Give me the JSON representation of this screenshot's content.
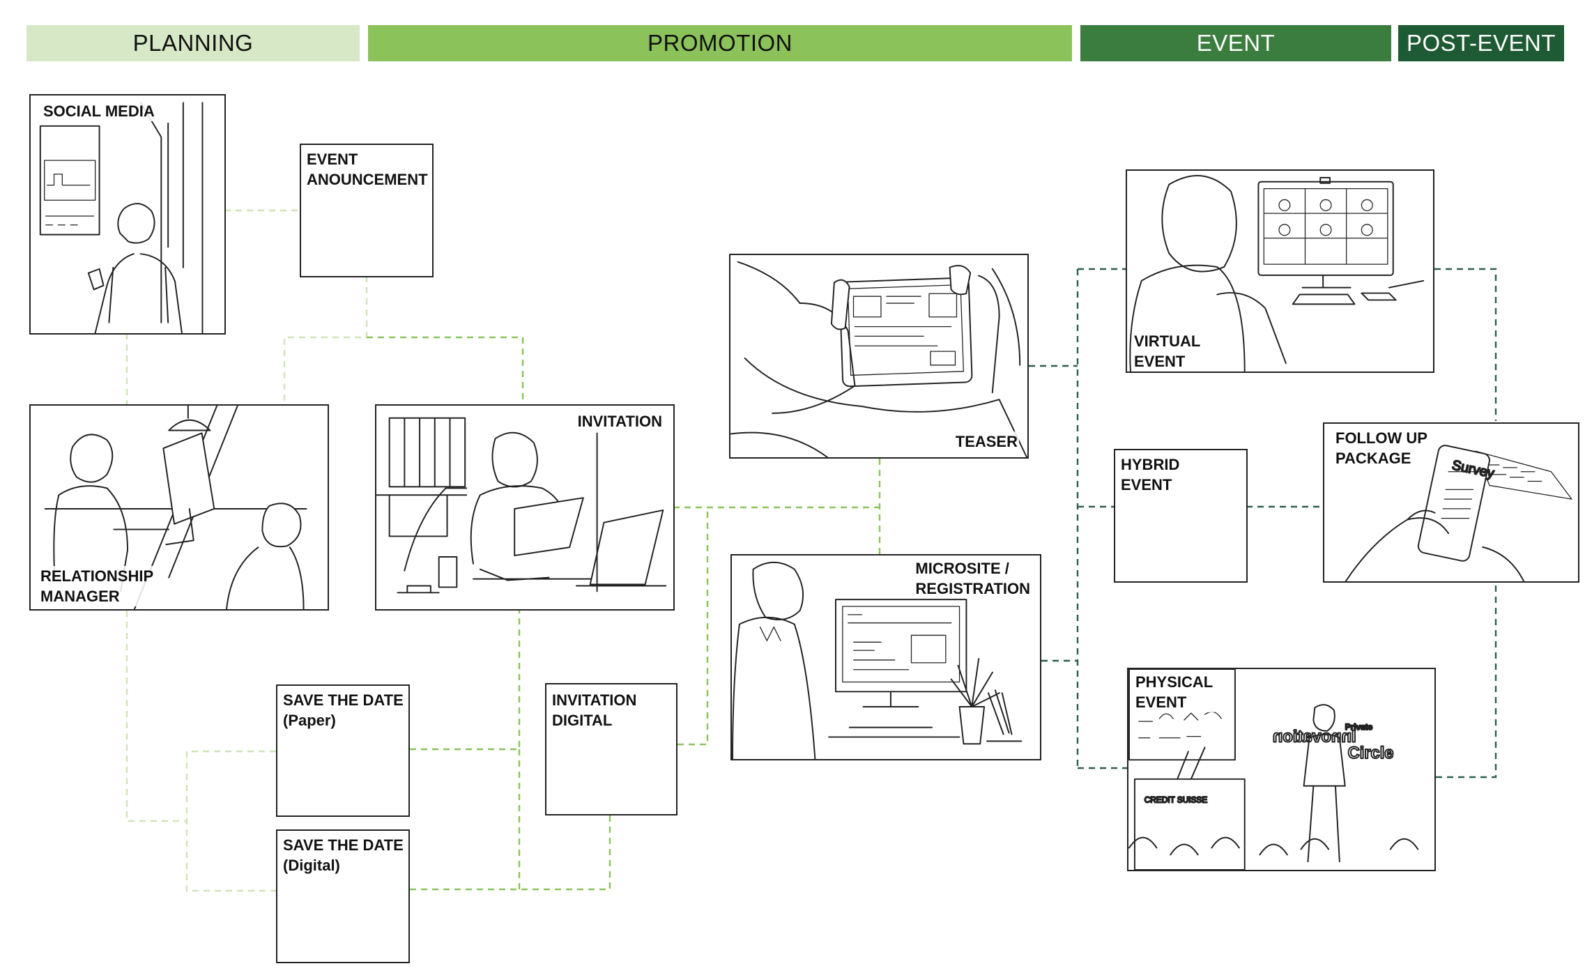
{
  "phases": {
    "planning": "PLANNING",
    "promotion": "PROMOTION",
    "event": "EVENT",
    "post_event": "POST-EVENT"
  },
  "colors": {
    "planning": "#d7e8c6",
    "promotion": "#8bc25a",
    "event": "#3a7d3e",
    "post_event": "#1e5a33",
    "link_light": "#cfe3b8",
    "link_mid": "#8bc25a",
    "link_dark": "#2d5e4a"
  },
  "nodes": {
    "social_media": "SOCIAL MEDIA",
    "event_announcement": "EVENT\nANOUNCEMENT",
    "relationship_manager": "RELATIONSHIP\nMANAGER",
    "invitation": "INVITATION",
    "save_date_paper": "SAVE THE DATE\n(Paper)",
    "save_date_digital": "SAVE THE DATE\n(Digital)",
    "invitation_digital": "INVITATION\nDIGITAL",
    "teaser": "TEASER",
    "microsite": "MICROSITE /\nREGISTRATION",
    "virtual_event": "VIRTUAL\nEVENT",
    "hybrid_event": "HYBRID\nEVENT",
    "physical_event": "PHYSICAL\nEVENT",
    "follow_up": "FOLLOW UP\nPACKAGE"
  },
  "illustration_text": {
    "survey": "Survey",
    "banner_line1": "Private",
    "banner_line2": "Innovation",
    "banner_line3": "Circle",
    "podium": "CREDIT SUISSE"
  }
}
